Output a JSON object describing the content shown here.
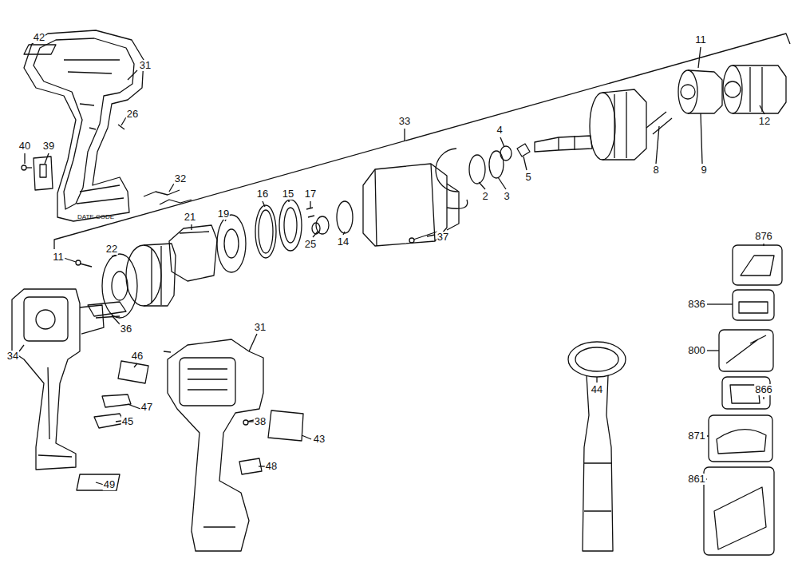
{
  "diagram": {
    "labels": [
      "42",
      "31",
      "26",
      "40",
      "39",
      "DATE CODE",
      "32",
      "33",
      "11",
      "12",
      "4",
      "5",
      "2",
      "3",
      "8",
      "9",
      "16",
      "15",
      "17",
      "21",
      "19",
      "22",
      "11",
      "25",
      "14",
      "37",
      "36",
      "34",
      "46",
      "47",
      "45",
      "31",
      "38",
      "43",
      "48",
      "49",
      "44",
      "876",
      "836",
      "800",
      "866",
      "871",
      "861"
    ]
  }
}
